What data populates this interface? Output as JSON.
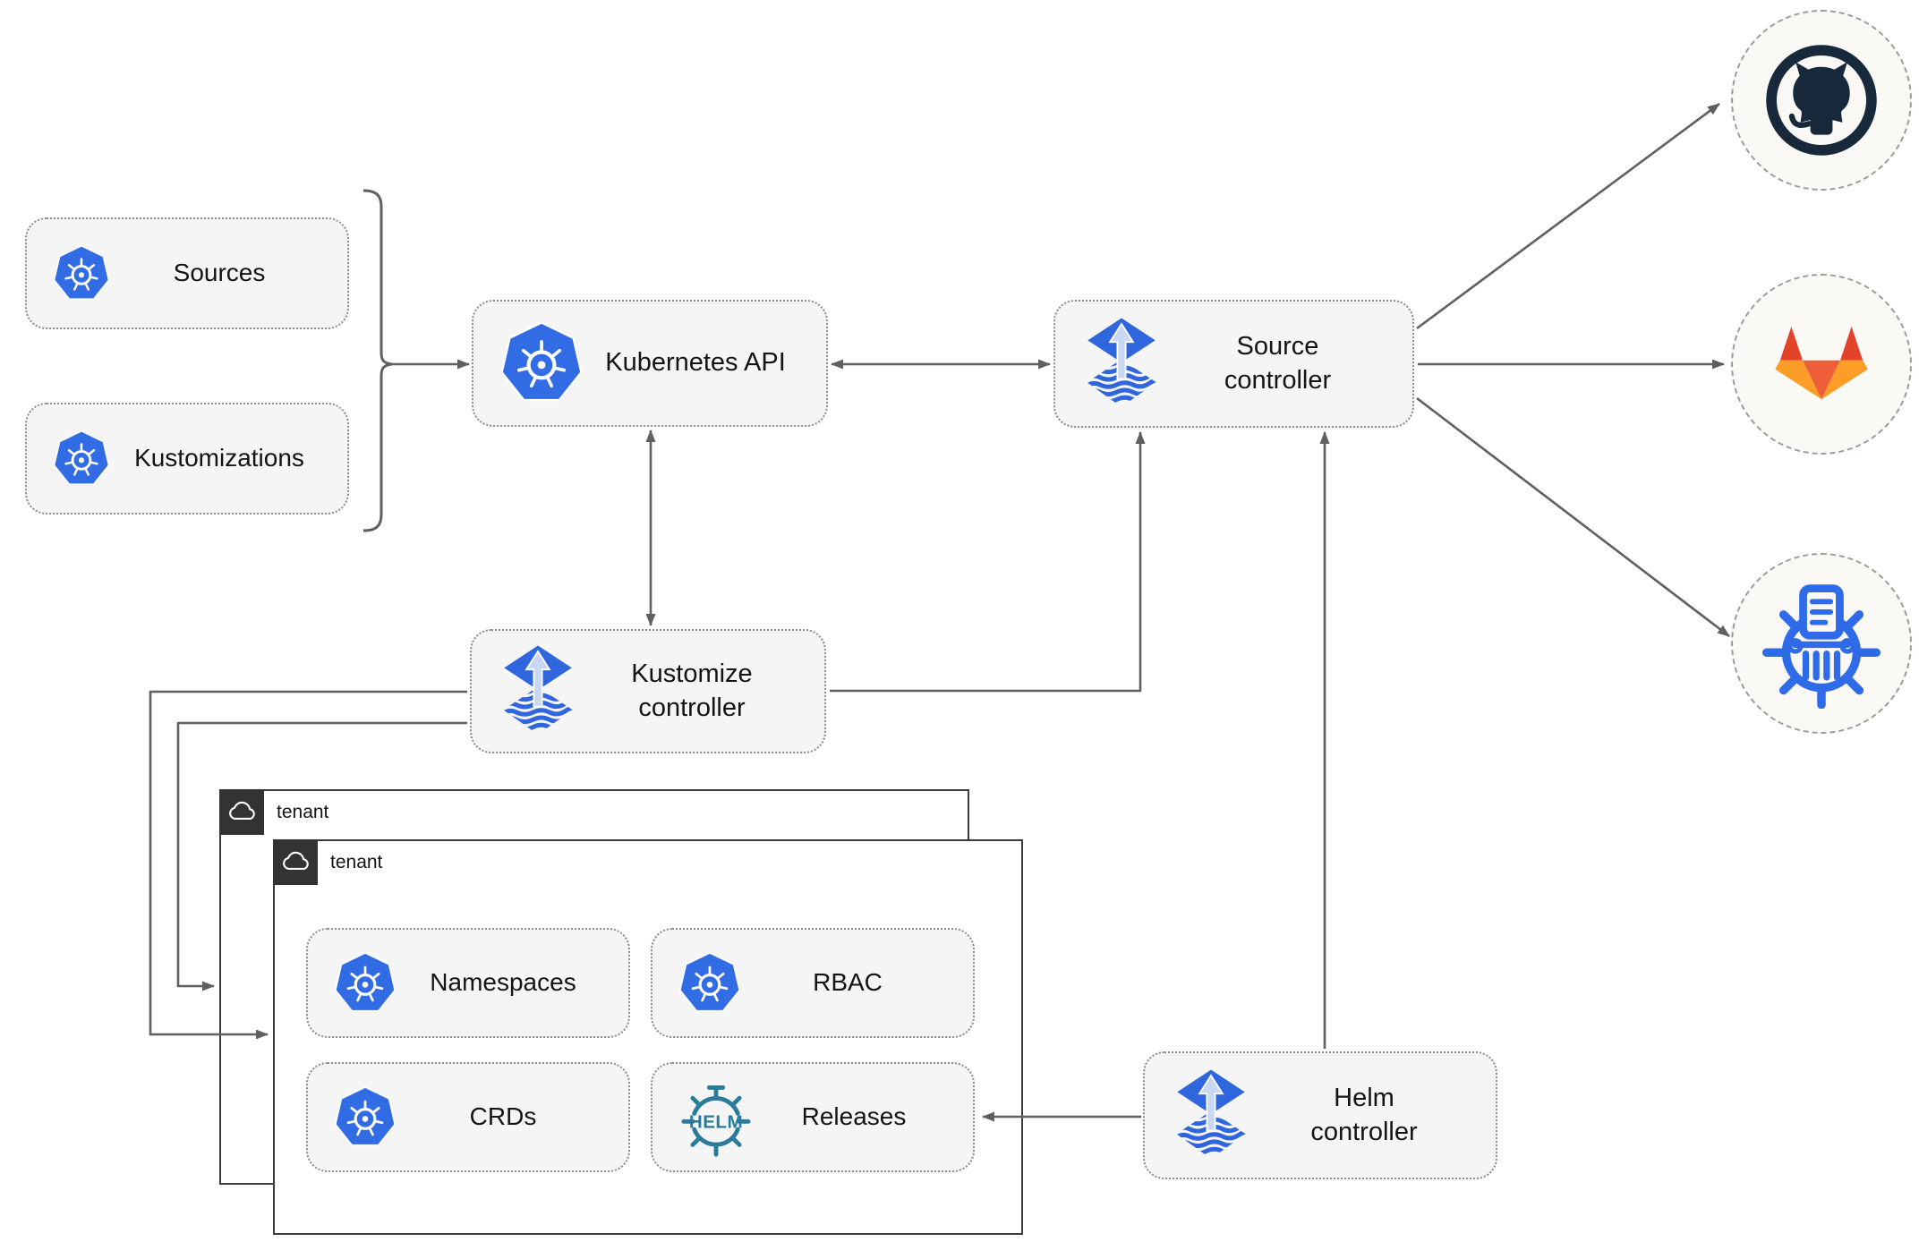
{
  "nodes": {
    "sources": {
      "label": "Sources"
    },
    "kustomizations": {
      "label": "Kustomizations"
    },
    "kubernetes_api": {
      "label": "Kubernetes API"
    },
    "source_controller": {
      "label": "Source\ncontroller"
    },
    "kustomize_controller": {
      "label": "Kustomize\ncontroller"
    },
    "helm_controller": {
      "label": "Helm\ncontroller"
    },
    "namespaces": {
      "label": "Namespaces"
    },
    "rbac": {
      "label": "RBAC"
    },
    "crds": {
      "label": "CRDs"
    },
    "releases": {
      "label": "Releases"
    }
  },
  "groups": {
    "tenant_outer": {
      "label": "tenant"
    },
    "tenant_inner": {
      "label": "tenant"
    }
  },
  "icons": {
    "kubernetes": "kubernetes-logo",
    "flux": "flux-logo",
    "helm": "helm-logo",
    "helm_text": "HELM",
    "cloud": "cloud-icon",
    "github": "github-logo",
    "gitlab": "gitlab-logo",
    "chartmuseum": "chartmuseum-logo"
  },
  "colors": {
    "kubernetes_blue": "#326ce5",
    "flux_blue": "#3066dd",
    "flux_arrow_light": "#c9d7f3",
    "helm_teal": "#2a7b9b",
    "github_dark": "#17293a",
    "gitlab_dark_orange": "#e24329",
    "gitlab_light_orange": "#fc9d28",
    "chartmuseum_blue": "#2f6be8",
    "edge_gray": "#5f5f5f",
    "node_fill": "#f5f5f5",
    "tenant_tab_dark": "#333333"
  }
}
